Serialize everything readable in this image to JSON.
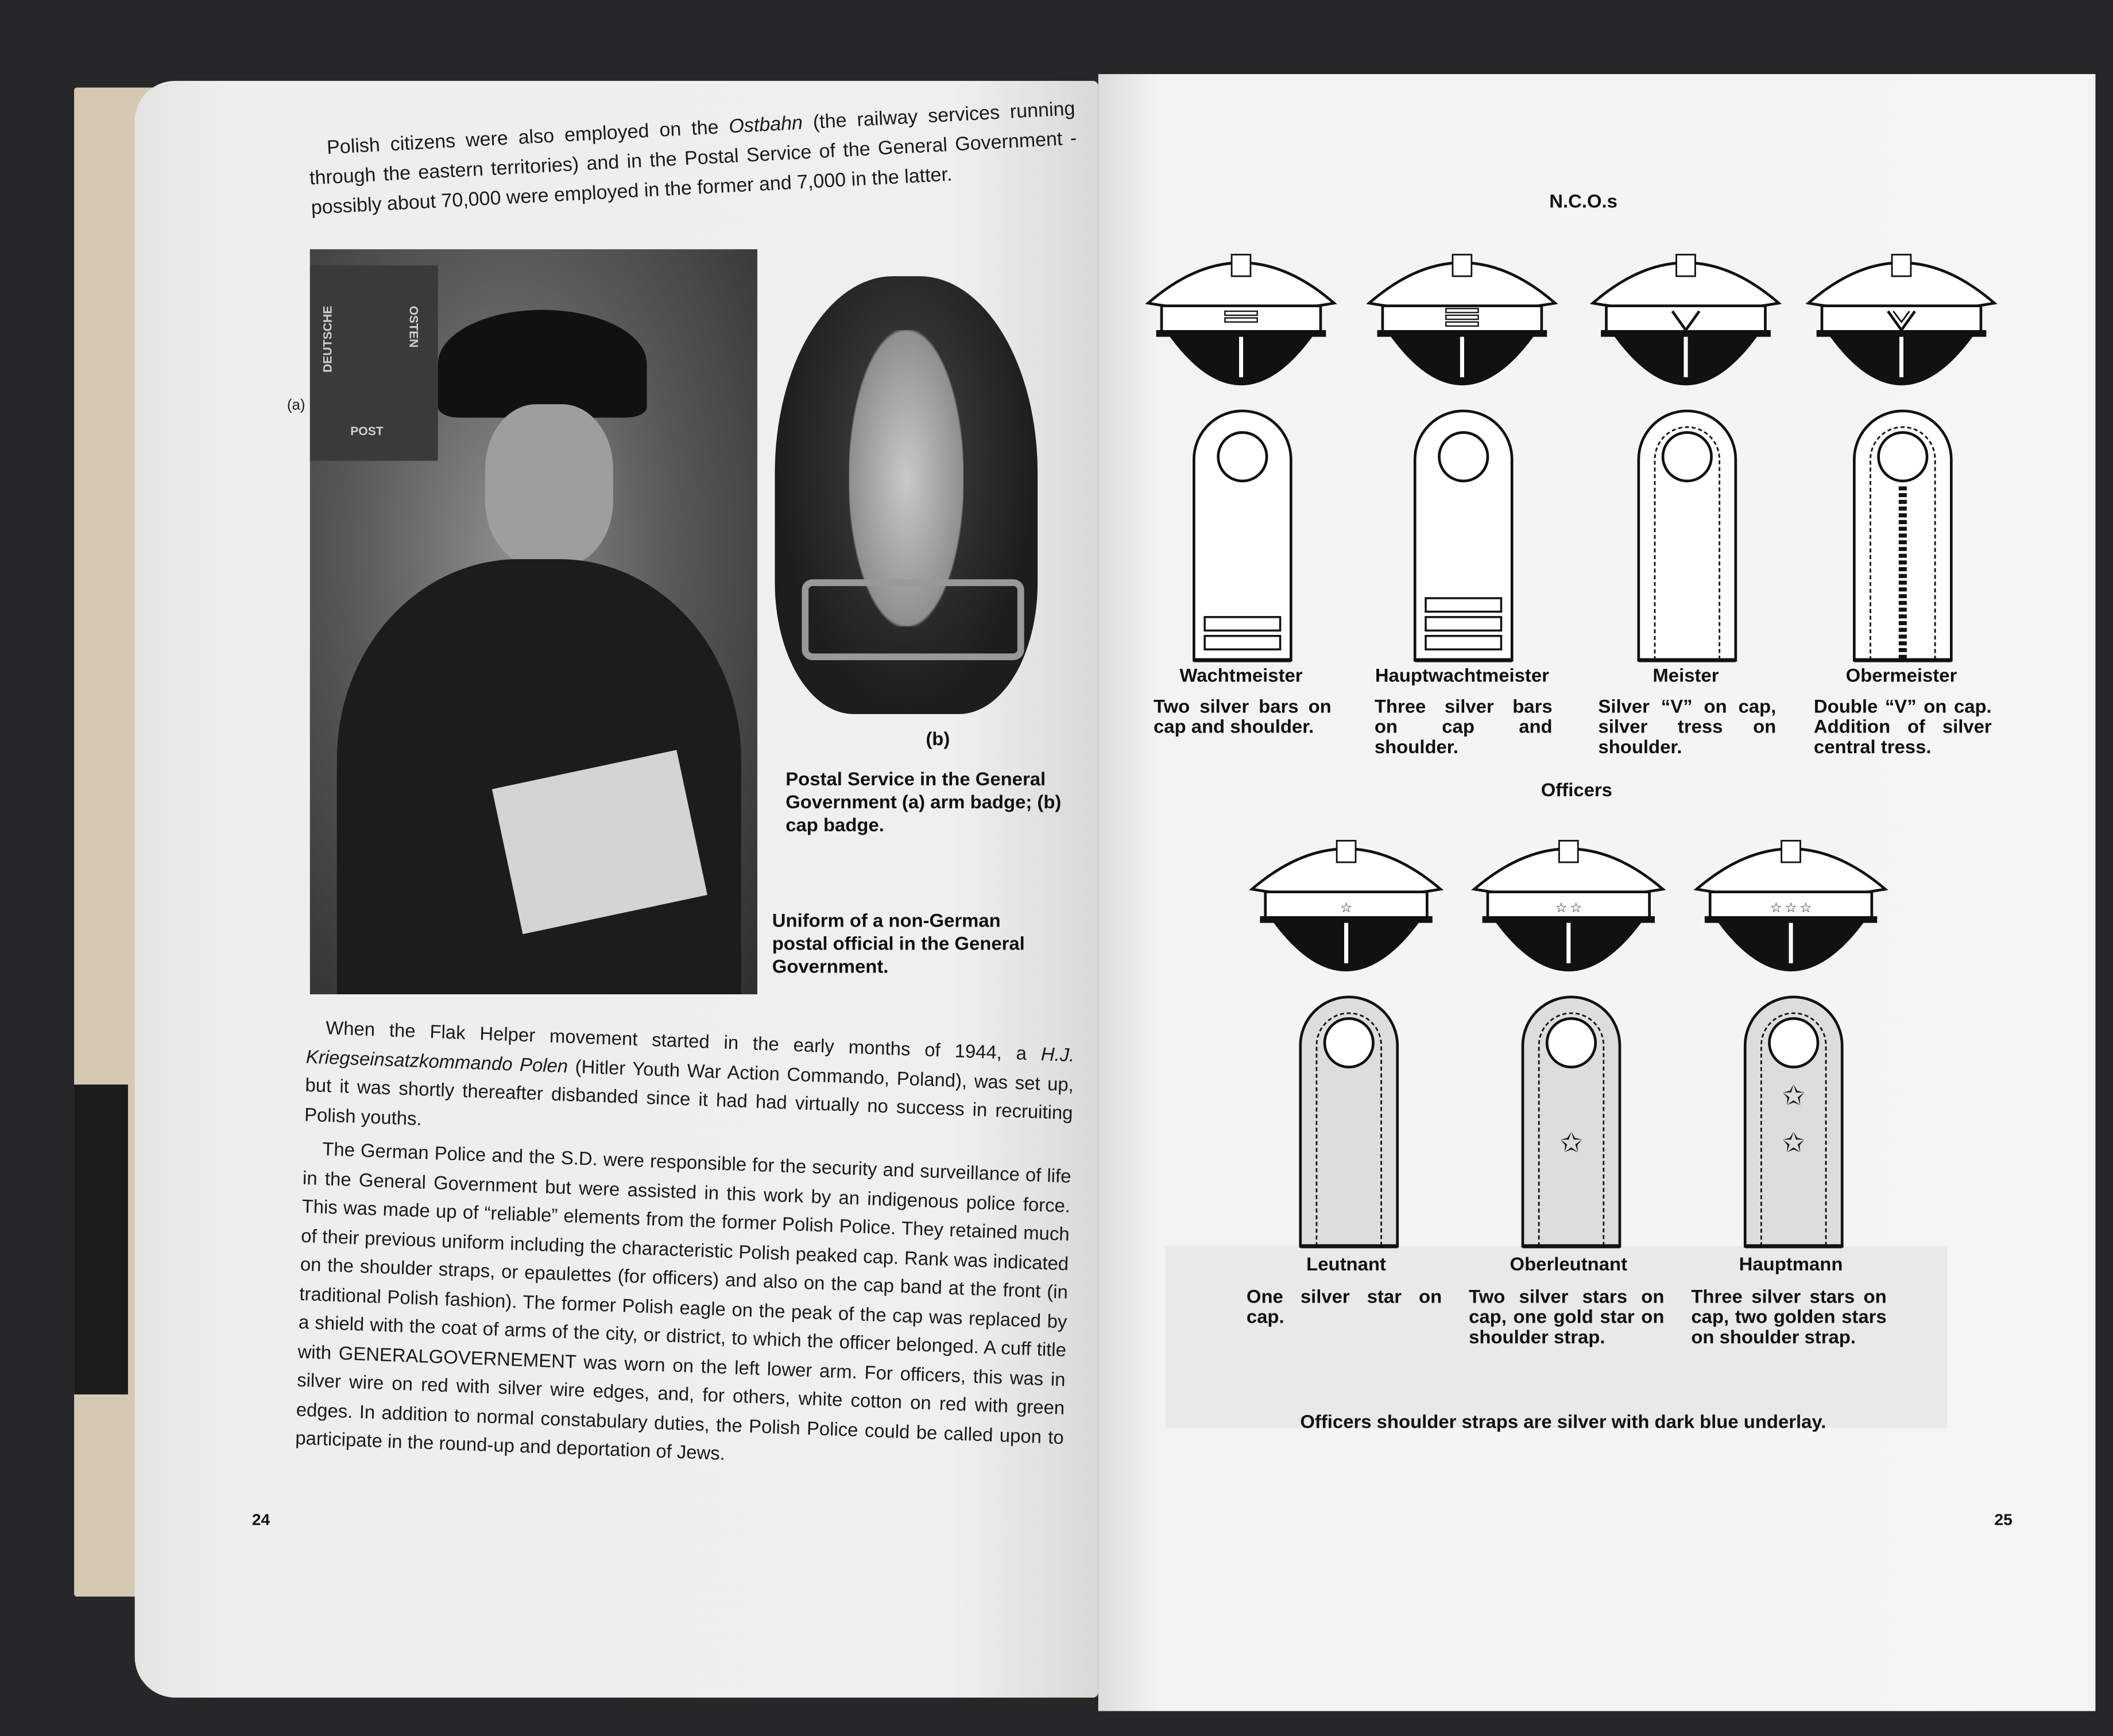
{
  "left_page": {
    "page_number": "24",
    "intro_paragraph": {
      "before": "Polish citizens were also employed on the ",
      "italic": "Ostbahn",
      "after": " (the railway services running through the eastern territories) and in the Postal Service of the General Government - possibly about 70,000 were employed in the former and 7,000 in the latter."
    },
    "photo": {
      "label_a": "(a)",
      "poster_left": "DEUTSCHE",
      "poster_right": "OSTEN",
      "poster_bottom": "POST",
      "caption": "Uniform of a non-German postal official in the General Government."
    },
    "badge": {
      "label_b": "(b)",
      "caption": "Postal Service in the General Government   (a) arm badge; (b) cap badge."
    },
    "paragraph2": {
      "before": "When the Flak Helper movement started in the early months of 1944, a ",
      "italic": "H.J. Kriegseinsatzkommando Polen",
      "after": " (Hitler Youth War Action Commando, Poland), was set up, but it was shortly thereafter disbanded since it had had virtually no success in recruiting Polish youths."
    },
    "paragraph3": "The German Police and the S.D. were responsible for the security and surveillance of life in the General Government but were assisted in this work by an indigenous police force. This was made up of “reliable” elements from the former Polish Police. They retained much of their previous uniform including the characteristic Polish peaked cap. Rank was indicated on the shoulder straps, or epaulettes (for officers) and also on the cap band at the front (in traditional Polish fashion). The former Polish eagle on the peak of the cap was replaced by a shield with the coat of arms of the city, or district, to which the officer belonged. A cuff title with GENERALGOVERNEMENT was worn on the left lower arm. For officers, this was in silver wire on red with silver wire edges, and, for others, white cotton on red with green edges. In addition to normal constabulary duties, the Polish Police could be called upon to participate in the round-up and deportation of Jews."
  },
  "right_page": {
    "page_number": "25",
    "nco_heading": "N.C.O.s",
    "ncos": [
      {
        "rank": "Wachtmeister",
        "description": "Two silver bars on cap and shoulder.",
        "insignia": "bars",
        "count": 2
      },
      {
        "rank": "Hauptwachtmeister",
        "description": "Three silver bars on cap and shoulder.",
        "insignia": "bars",
        "count": 3
      },
      {
        "rank": "Meister",
        "description": "Silver “V” on cap, silver tress on shoulder.",
        "insignia": "v",
        "count": 1
      },
      {
        "rank": "Obermeister",
        "description": "Double “V” on cap. Addition of silver central tress.",
        "insignia": "v",
        "count": 2
      }
    ],
    "officers_heading": "Officers",
    "officers": [
      {
        "rank": "Leutnant",
        "description": "One silver star on cap.",
        "stars": 1,
        "strap_stars": 0
      },
      {
        "rank": "Oberleutnant",
        "description": "Two silver stars on cap, one gold star on shoulder strap.",
        "stars": 2,
        "strap_stars": 1
      },
      {
        "rank": "Hauptmann",
        "description": "Three silver stars on cap, two golden stars on shoulder strap.",
        "stars": 3,
        "strap_stars": 2
      }
    ],
    "footnote": "Officers shoulder straps are silver with dark blue underlay."
  },
  "colors": {
    "background": "#27272a",
    "page": "#f4f4f2",
    "ink": "#111111",
    "cover": "#d6c9b4"
  }
}
